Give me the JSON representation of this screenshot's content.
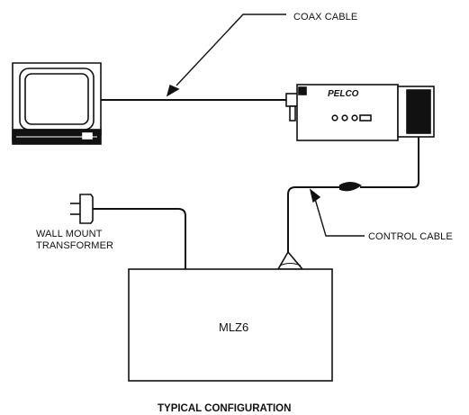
{
  "labels": {
    "coax_cable": "COAX CABLE",
    "control_cable": "CONTROL CABLE",
    "wall_mount_line1": "WALL MOUNT",
    "wall_mount_line2": "TRANSFORMER",
    "controller": "MLZ6",
    "camera_brand": "PELCO",
    "caption": "TYPICAL CONFIGURATION"
  },
  "icons": [
    "monitor-icon",
    "camera-icon",
    "plug-icon",
    "connector-icon"
  ],
  "colors": {
    "line": "#111111",
    "background": "#ffffff"
  }
}
